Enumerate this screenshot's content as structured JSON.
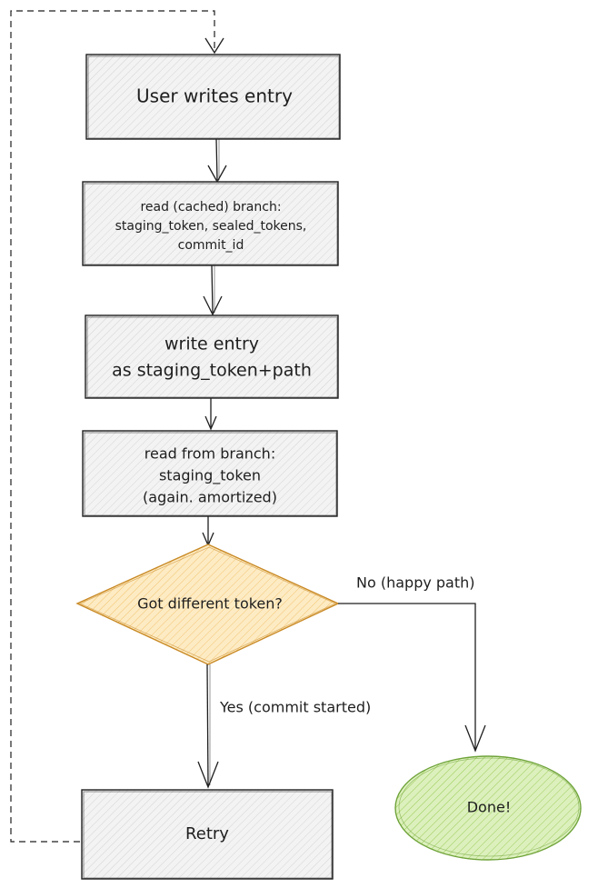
{
  "nodes": {
    "user_writes": {
      "label": "User writes entry"
    },
    "read_cached": {
      "lines": [
        "read (cached) branch:",
        "staging_token, sealed_tokens,",
        "commit_id"
      ]
    },
    "write_entry": {
      "lines": [
        "write entry",
        "as staging_token+path"
      ]
    },
    "read_branch": {
      "lines": [
        "read from branch:",
        "staging_token",
        "(again. amortized)"
      ]
    },
    "decision": {
      "label": "Got different token?",
      "fill": "#fdebc4",
      "stroke": "#d29a34"
    },
    "retry": {
      "label": "Retry"
    },
    "done": {
      "label": "Done!",
      "fill": "#d3ecae",
      "stroke": "#7cb342"
    }
  },
  "edges": {
    "no_label": "No (happy path)",
    "yes_label": "Yes (commit started)"
  },
  "colors": {
    "box_fill": "#f1f1f1",
    "ink": "#1e1e1e"
  }
}
